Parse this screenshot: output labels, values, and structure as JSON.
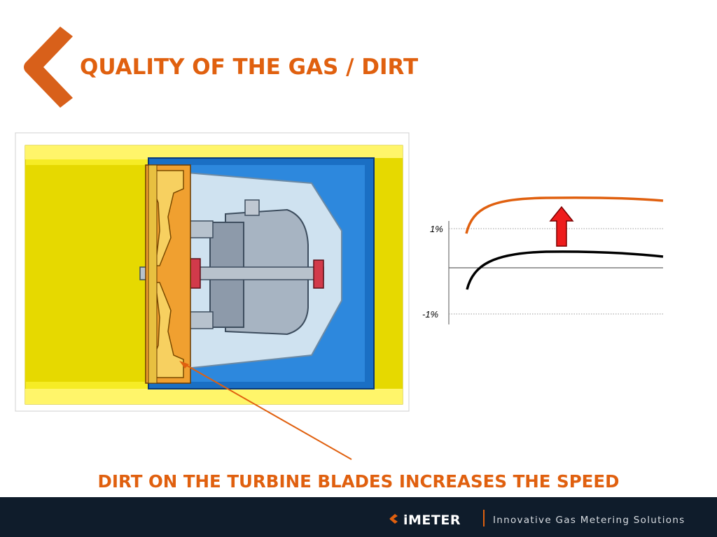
{
  "slide": {
    "title": "QUALITY OF THE GAS / DIRT",
    "caption": "DIRT ON THE TURBINE BLADES INCREASES THE SPEED"
  },
  "graph": {
    "upper_label": "1%",
    "lower_label": "-1%",
    "shifted_curve_color": "#e0600f",
    "baseline_curve_color": "#000000",
    "arrow_color": "#ff0000"
  },
  "footer": {
    "brand_prefix": "i",
    "brand_name": "METER",
    "tagline": "Innovative Gas Metering Solutions"
  },
  "colors": {
    "accent": "#e0600f",
    "footer_bg": "#0f1c2b",
    "pipe_yellow": "#f5ec1e",
    "housing_blue": "#1a6fc4"
  }
}
